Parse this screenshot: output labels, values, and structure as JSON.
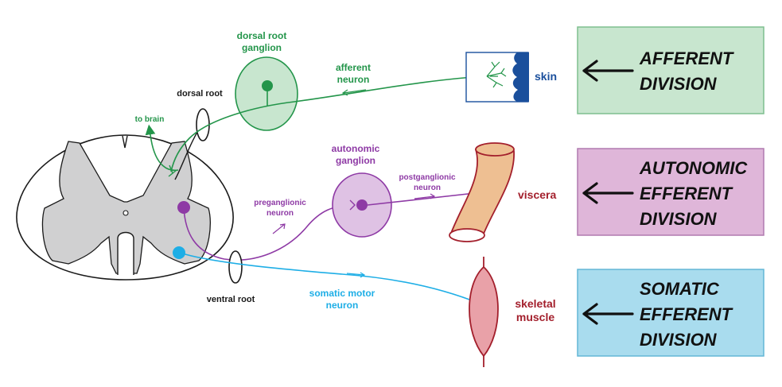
{
  "colors": {
    "afferent": "#23954a",
    "autonomic": "#8e3aa5",
    "somatic": "#1eaee6",
    "skin": "#1a4f9c",
    "viscera": "#a31f2c",
    "afferent_box": "#c8e6cf",
    "autonomic_box": "#dfb6d9",
    "somatic_box": "#a9dcee"
  },
  "labels": {
    "dorsal_root_ganglion_1": "dorsal root",
    "dorsal_root_ganglion_2": "ganglion",
    "afferent_neuron_1": "afferent",
    "afferent_neuron_2": "neuron",
    "dorsal_root": "dorsal root",
    "to_brain": "to brain",
    "skin": "skin",
    "autonomic_ganglion_1": "autonomic",
    "autonomic_ganglion_2": "ganglion",
    "postganglionic_1": "postganglionic",
    "postganglionic_2": "neuron",
    "preganglionic_1": "preganglionic",
    "preganglionic_2": "neuron",
    "viscera": "viscera",
    "ventral_root": "ventral root",
    "somatic_motor_1": "somatic motor",
    "somatic_motor_2": "neuron",
    "skeletal_muscle_1": "skeletal",
    "skeletal_muscle_2": "muscle"
  },
  "divisions": {
    "afferent_line1": "AFFERENT",
    "afferent_line2": "DIVISION",
    "autonomic_line1": "AUTONOMIC",
    "autonomic_line2": "EFFERENT",
    "autonomic_line3": "DIVISION",
    "somatic_line1": "SOMATIC",
    "somatic_line2": "EFFERENT",
    "somatic_line3": "DIVISION"
  }
}
